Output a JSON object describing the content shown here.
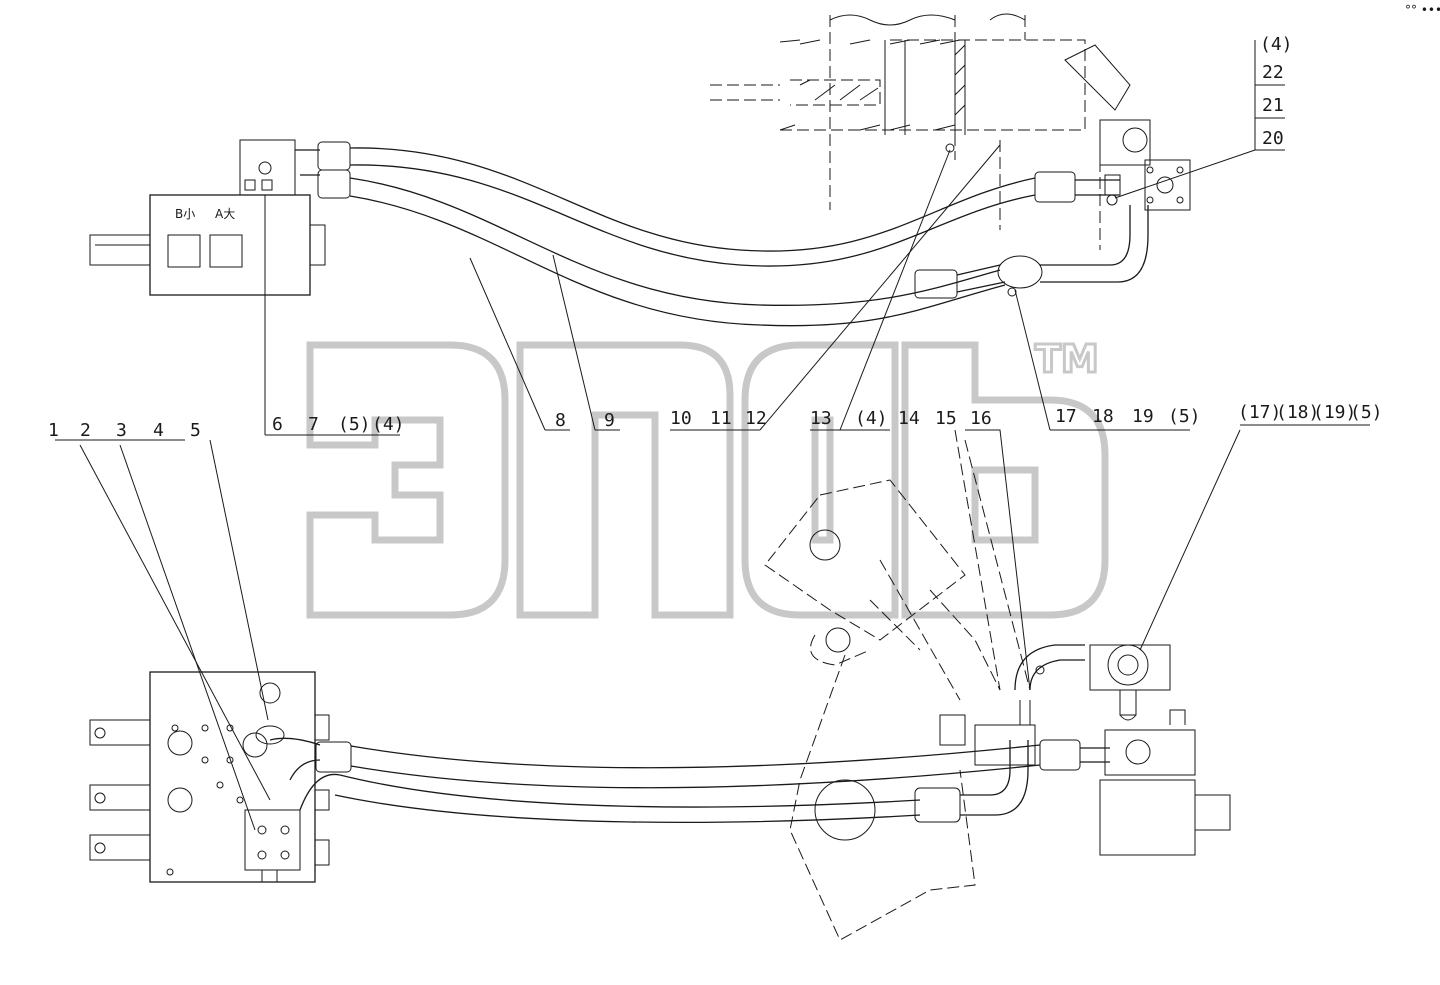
{
  "watermark": {
    "trademark": "TM"
  },
  "valve_tags": {
    "b_small": "B小",
    "a_large": "A大"
  },
  "corner_mark": "°° •••",
  "callouts": {
    "group_1_5": [
      "1",
      "2",
      "3",
      "4",
      "5"
    ],
    "group_6": [
      "6",
      "7",
      "(5)",
      "(4)"
    ],
    "c8": "8",
    "c9": "9",
    "group_10_12": [
      "10",
      "11",
      "12"
    ],
    "group_13_16": [
      "13",
      "(4)",
      "14",
      "15",
      "16"
    ],
    "group_17_19": [
      "17",
      "18",
      "19",
      "(5)"
    ],
    "group_paren_17": [
      "(17)",
      "(18)",
      "(19)",
      "(5)"
    ],
    "stack_right": [
      "(4)",
      "22",
      "21",
      "20"
    ]
  }
}
